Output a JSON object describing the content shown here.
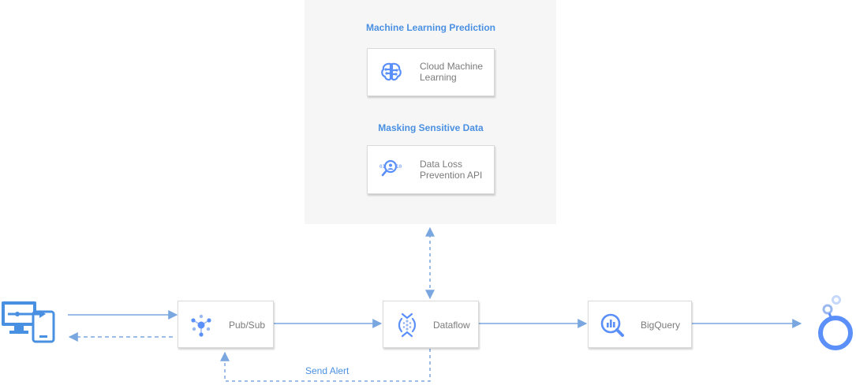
{
  "groups": {
    "ml": {
      "title": "Machine Learning Prediction"
    },
    "masking": {
      "title": "Masking Sensitive Data"
    }
  },
  "nodes": {
    "cloud_ml": {
      "label_line1": "Cloud Machine",
      "label_line2": "Learning",
      "icon": "brain-icon"
    },
    "dlp": {
      "label_line1": "Data Loss",
      "label_line2": "Prevention API",
      "icon": "dlp-icon"
    },
    "pubsub": {
      "label": "Pub/Sub",
      "icon": "pubsub-icon"
    },
    "dataflow": {
      "label": "Dataflow",
      "icon": "dataflow-icon"
    },
    "bigquery": {
      "label": "BigQuery",
      "icon": "bigquery-icon"
    },
    "devices": {
      "icon": "devices-icon"
    },
    "looker": {
      "icon": "looker-icon"
    }
  },
  "edges": {
    "send_alert": "Send Alert"
  },
  "colors": {
    "accent": "#4a90e2",
    "icon_blue": "#5b8ff9",
    "line": "#7aa7e0"
  }
}
